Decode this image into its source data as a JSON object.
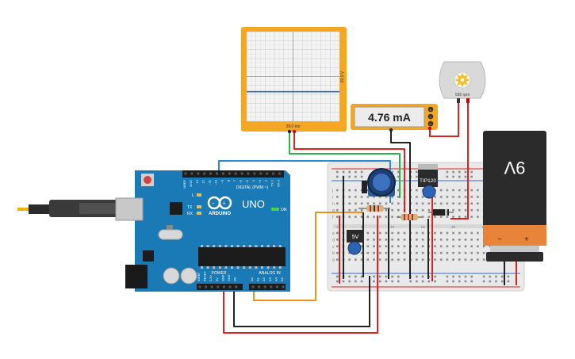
{
  "oscilloscope": {
    "x_scale_label": "29.0 ms",
    "y_scale_label": "20.0 V",
    "trace_level_fraction": 0.33
  },
  "multimeter": {
    "reading": "4.76 mA",
    "terminal_labels": [
      "A",
      "V",
      "C"
    ]
  },
  "motor": {
    "speed_label": "595 rpm"
  },
  "battery": {
    "label": "9V",
    "neg_symbol": "−",
    "pos_symbol": "+"
  },
  "arduino": {
    "board_name": "UNO",
    "brand": "ARDUINO",
    "digital_label": "DIGITAL (PWM ~)",
    "power_label": "POWER",
    "analog_label": "ANALOG IN",
    "on_label": "ON",
    "tx_label": "TX",
    "rx_label": "RX",
    "l_label": "L",
    "digital_pins": [
      "AREF",
      "GND",
      "13",
      "12",
      "~11",
      "~10",
      "~9",
      "8",
      "7",
      "~6",
      "~5",
      "4",
      "~3",
      "2",
      "TX 1",
      "RX 0"
    ],
    "power_pins": [
      "IOREF",
      "RESET",
      "3.3V",
      "5V",
      "GND",
      "GND",
      "Vin"
    ],
    "analog_pins": [
      "A0",
      "A1",
      "A2",
      "A3",
      "A4",
      "A5"
    ]
  },
  "breadboard": {
    "row_letters": [
      "a",
      "b",
      "c",
      "d",
      "e",
      "f",
      "g",
      "h",
      "i",
      "j"
    ],
    "column_numbers": [
      "1",
      "5",
      "10",
      "15",
      "20",
      "25",
      "30"
    ]
  },
  "components": {
    "regulator_label": "5V",
    "transistor_label": "TIP120"
  },
  "colors": {
    "instrument_frame": "#f5a623",
    "arduino_board": "#1a7ab5",
    "wire_red": "#e02020",
    "wire_black": "#222222",
    "wire_green": "#2bb34a",
    "wire_blue": "#2a8ad4",
    "wire_orange": "#f0901e",
    "battery_body": "#2b2b2b",
    "battery_cap": "#e8833a"
  }
}
